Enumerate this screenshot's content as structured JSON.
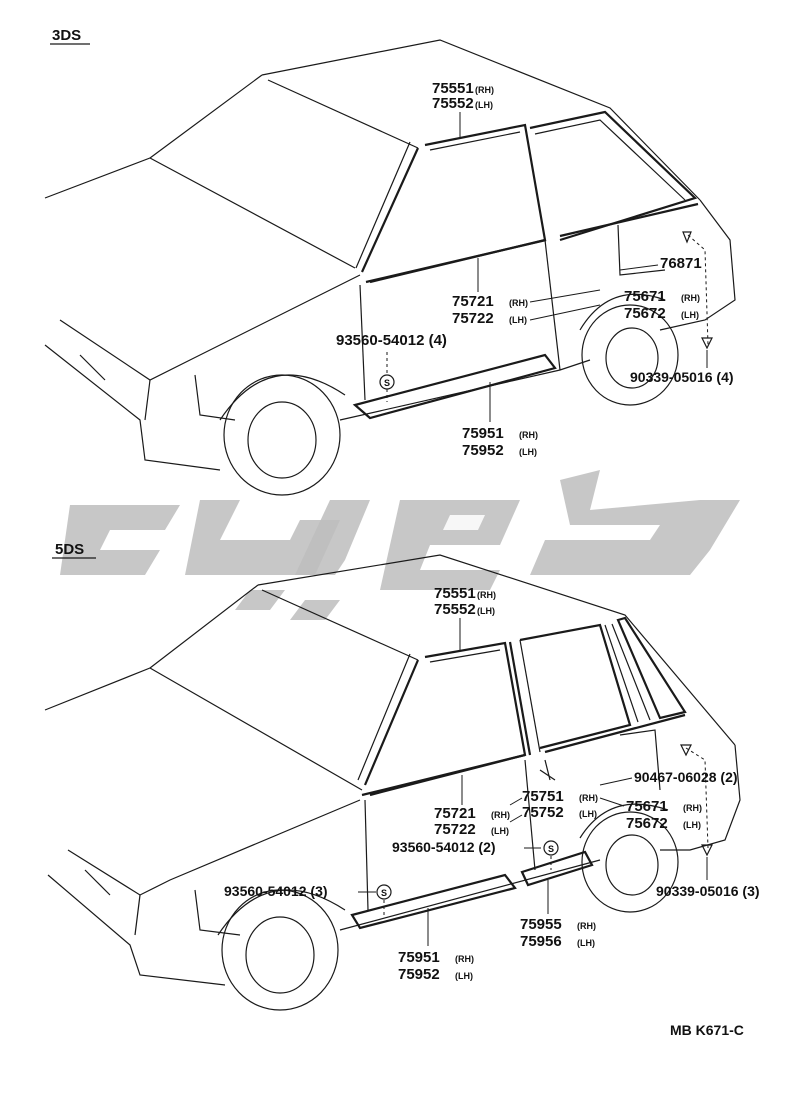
{
  "sections": {
    "top": "3DS",
    "bottom": "5DS"
  },
  "drawing_ref": "MB K671-C",
  "parts_3ds": {
    "roof_moulding": {
      "rh": "75551",
      "rh_sfx": "(RH)",
      "lh": "75552",
      "lh_sfx": "(LH)"
    },
    "door_moulding": {
      "rh": "75721",
      "rh_sfx": "(RH)",
      "lh": "75722",
      "lh_sfx": "(LH)"
    },
    "quarter_moulding": {
      "rh": "75671",
      "rh_sfx": "(RH)",
      "lh": "75672",
      "lh_sfx": "(LH)"
    },
    "rear_part": {
      "no": "76871"
    },
    "clip": {
      "no": "93560-54012 (4)"
    },
    "screw": {
      "no": "90339-05016 (4)"
    },
    "rocker": {
      "rh": "75951",
      "rh_sfx": "(RH)",
      "lh": "75952",
      "lh_sfx": "(LH)"
    },
    "clip_symbol": "S"
  },
  "parts_5ds": {
    "roof_moulding": {
      "rh": "75551",
      "rh_sfx": "(RH)",
      "lh": "75552",
      "lh_sfx": "(LH)"
    },
    "front_door_moulding": {
      "rh": "75721",
      "rh_sfx": "(RH)",
      "lh": "75722",
      "lh_sfx": "(LH)"
    },
    "rear_door_moulding": {
      "rh": "75751",
      "rh_sfx": "(RH)",
      "lh": "75752",
      "lh_sfx": "(LH)"
    },
    "quarter_moulding": {
      "rh": "75671",
      "rh_sfx": "(RH)",
      "lh": "75672",
      "lh_sfx": "(LH)"
    },
    "rear_clip": {
      "no": "90467-06028 (2)"
    },
    "clip_a": {
      "no": "93560-54012 (2)"
    },
    "clip_b": {
      "no": "93560-54012 (3)"
    },
    "screw": {
      "no": "90339-05016 (3)"
    },
    "rocker_front": {
      "rh": "75951",
      "rh_sfx": "(RH)",
      "lh": "75952",
      "lh_sfx": "(LH)"
    },
    "rocker_rear": {
      "rh": "75955",
      "rh_sfx": "(RH)",
      "lh": "75956",
      "lh_sfx": "(LH)"
    },
    "clip_symbol": "S"
  }
}
